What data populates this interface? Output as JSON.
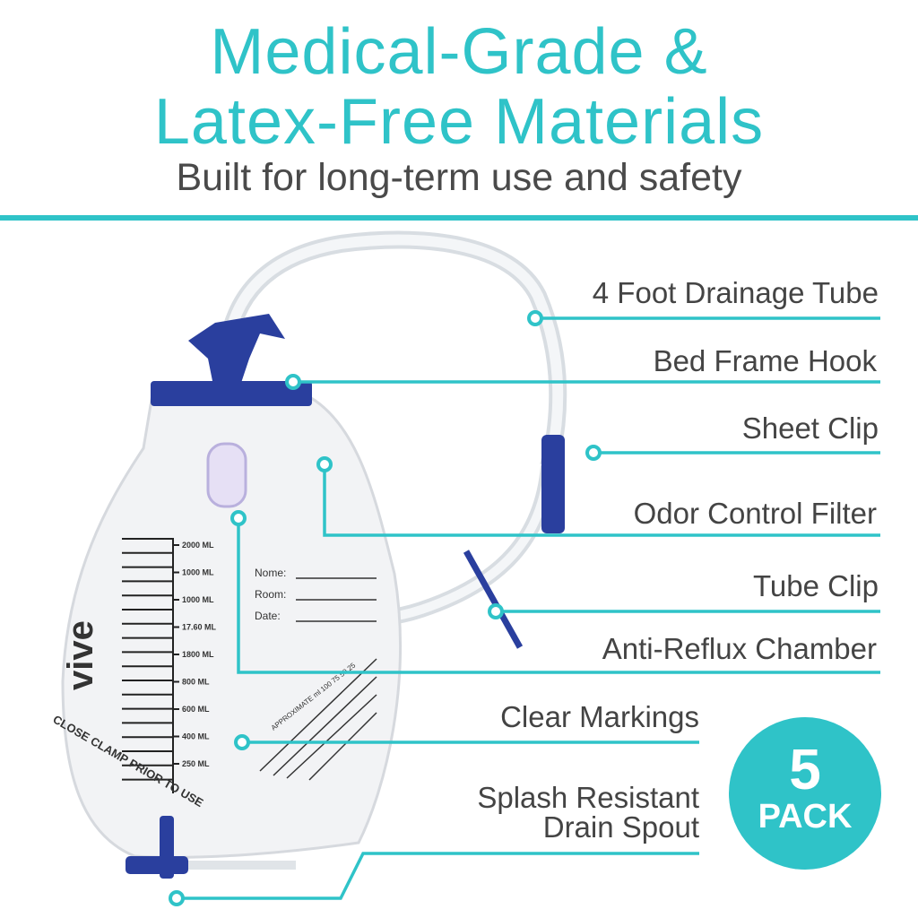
{
  "header": {
    "title_line1": "Medical-Grade &",
    "title_line2": "Latex-Free Materials",
    "subtitle": "Built for long-term use and safety"
  },
  "callouts": [
    {
      "label": "4 Foot Drainage Tube"
    },
    {
      "label": "Bed Frame Hook"
    },
    {
      "label": "Sheet Clip"
    },
    {
      "label": "Odor Control Filter"
    },
    {
      "label": "Tube Clip"
    },
    {
      "label": "Anti-Reflux Chamber"
    },
    {
      "label": "Clear Markings"
    },
    {
      "label_line1": "Splash Resistant",
      "label_line2": "Drain Spout"
    }
  ],
  "badge": {
    "number": "5",
    "text": "PACK"
  },
  "bag": {
    "brand": "vive",
    "scale": [
      "2000 ML",
      "1000 ML",
      "1000 ML",
      "17.60 ML",
      "1800 ML",
      "800 ML",
      "600 ML",
      "400 ML",
      "250 ML"
    ],
    "fields": [
      "Nome:",
      "Room:",
      "Date:"
    ],
    "approx_label": "APPROXIMATE ml",
    "approx_values": [
      "100",
      "75",
      "50",
      "25"
    ],
    "warning": "CLOSE CLAMP PRIOR TO USE"
  },
  "colors": {
    "accent": "#2fc3c8",
    "text": "#444444",
    "clip_blue": "#2a3f9e"
  }
}
